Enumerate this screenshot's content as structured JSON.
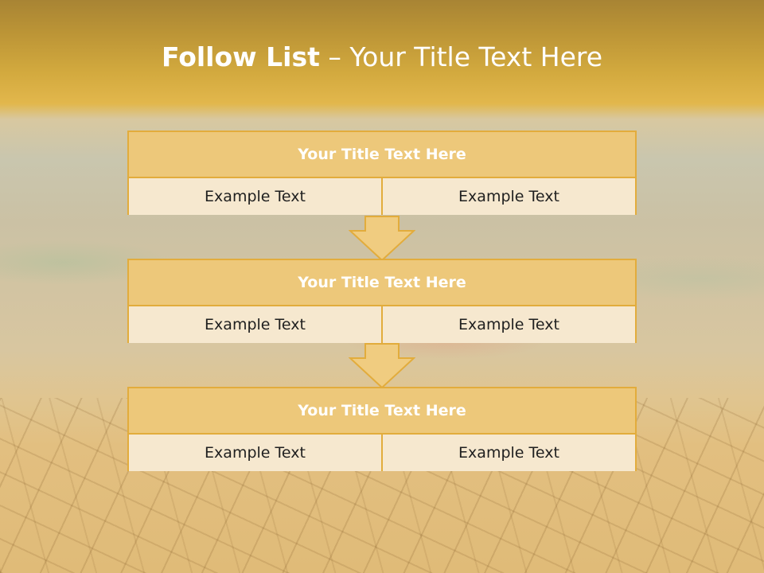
{
  "slide": {
    "title_bold": "Follow List",
    "title_rest": " – Your Title Text Here"
  },
  "blocks": [
    {
      "title": "Your Title Text Here",
      "left": "Example Text",
      "right": "Example Text"
    },
    {
      "title": "Your Title Text Here",
      "left": "Example Text",
      "right": "Example Text"
    },
    {
      "title": "Your Title Text Here",
      "left": "Example Text",
      "right": "Example Text"
    }
  ],
  "colors": {
    "border": "#e2ac3c",
    "header_fill": "#edc87a",
    "cell_fill": "#f6e8cf",
    "arrow_fill": "#f0cc80"
  },
  "icons": [
    "down-arrow-icon"
  ]
}
